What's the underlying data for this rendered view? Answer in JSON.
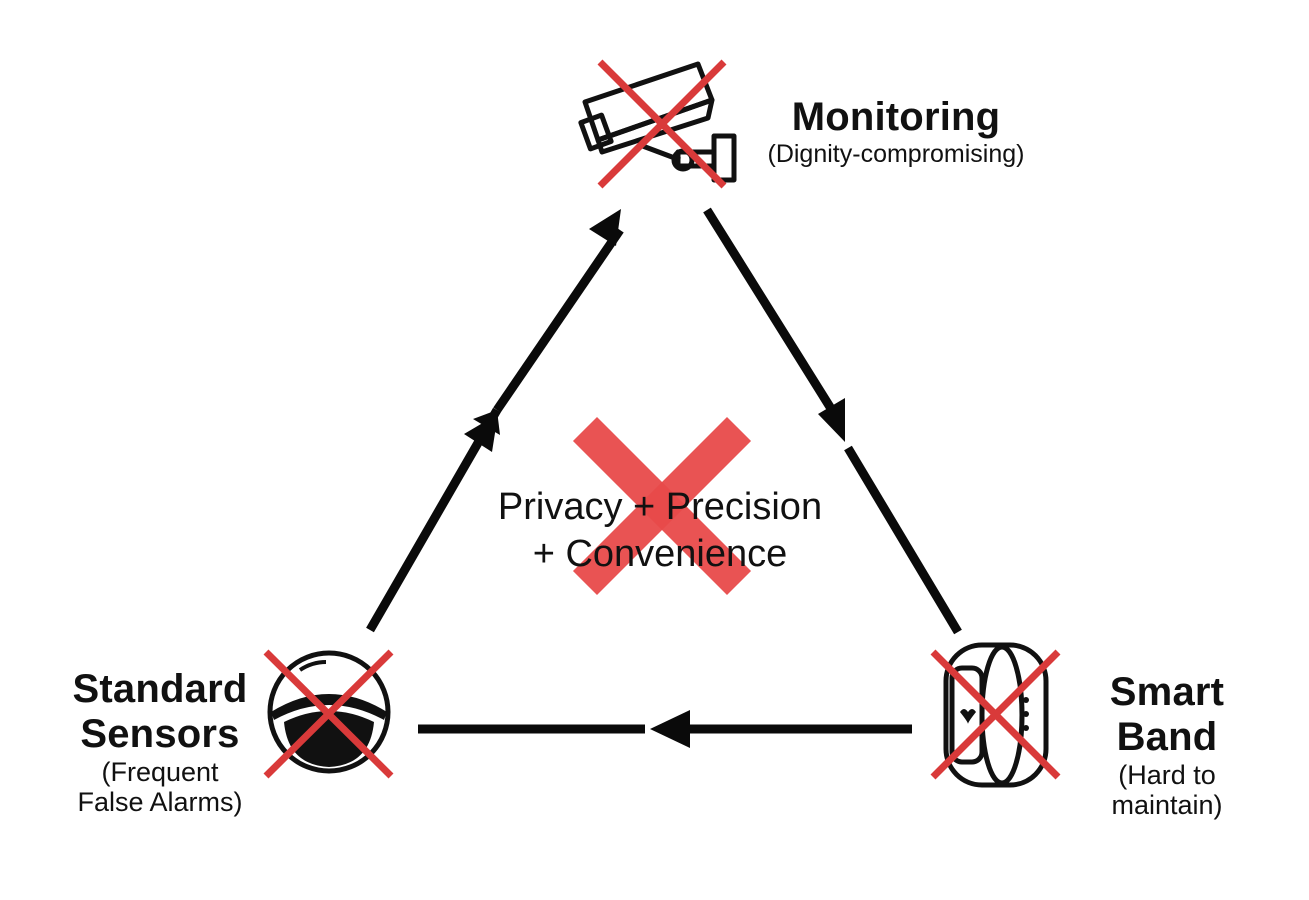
{
  "diagram": {
    "center": {
      "line1": "Privacy + Precision",
      "line2": "+ Convenience"
    },
    "nodes": {
      "monitoring": {
        "title": "Monitoring",
        "subtitle": "(Dignity-compromising)",
        "icon": "security-camera-icon"
      },
      "standard_sensors": {
        "title_line1": "Standard",
        "title_line2": "Sensors",
        "subtitle_line1": "(Frequent",
        "subtitle_line2": "False Alarms)",
        "icon": "dome-sensor-icon"
      },
      "smart_band": {
        "title_line1": "Smart",
        "title_line2": "Band",
        "subtitle_line1": "(Hard to",
        "subtitle_line2": "maintain)",
        "icon": "smart-band-icon"
      }
    },
    "colors": {
      "cross": "#d93a3a",
      "center_cross": "#e84a4a",
      "arrow": "#0a0a0a",
      "text": "#111111"
    },
    "edges": [
      {
        "from": "standard_sensors",
        "to": "monitoring"
      },
      {
        "from": "monitoring",
        "to": "smart_band"
      },
      {
        "from": "smart_band",
        "to": "standard_sensors"
      }
    ]
  }
}
